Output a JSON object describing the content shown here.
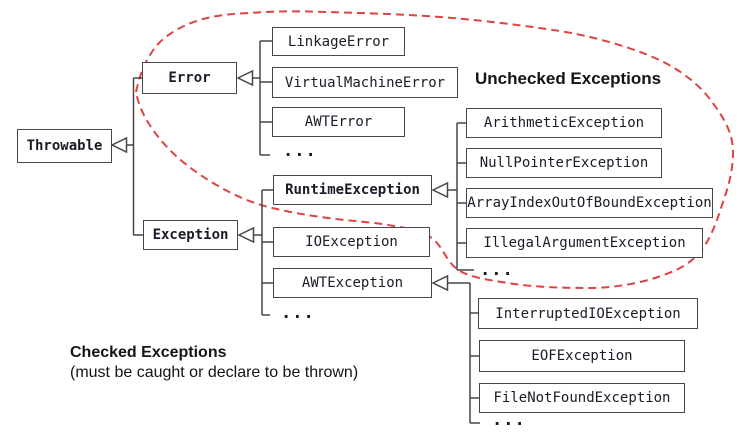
{
  "colors": {
    "annotation_red": "#dd4343",
    "line_gray": "#474747",
    "text_dark": "#1b1b28"
  },
  "nodes": {
    "throwable": "Throwable",
    "error": "Error",
    "exception": "Exception",
    "linkage_error": "LinkageError",
    "virtual_machine_error": "VirtualMachineError",
    "awt_error": "AWTError",
    "runtime_exception": "RuntimeException",
    "io_exception": "IOException",
    "awt_exception": "AWTException",
    "arithmetic_exception": "ArithmeticException",
    "null_pointer_exception": "NullPointerException",
    "array_index_out_of_bound_exception": "ArrayIndexOutOfBoundException",
    "illegal_argument_exception": "IllegalArgumentException",
    "interrupted_io_exception": "InterruptedIOException",
    "eof_exception": "EOFException",
    "file_not_found_exception": "FileNotFoundException"
  },
  "dots": "...",
  "labels": {
    "unchecked": "Unchecked Exceptions",
    "checked": "Checked Exceptions",
    "checked_note": "(must be caught or declare to be thrown)"
  }
}
